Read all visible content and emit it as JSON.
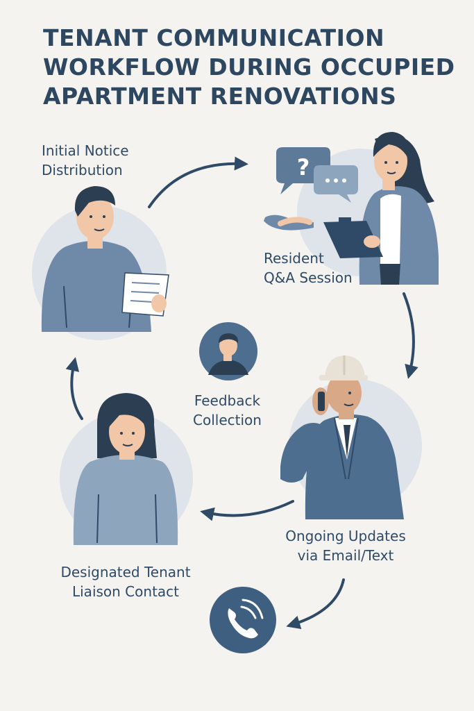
{
  "title": {
    "line1": "TENANT COMMUNICATION",
    "line2": "WORKFLOW DURING OCCUPIED",
    "line3": "APARTMENT RENOVATIONS"
  },
  "steps": {
    "initial_notice": {
      "line1": "Initial Notice",
      "line2": "Distribution"
    },
    "qa_session": {
      "line1": "Resident",
      "line2": "Q&A Session"
    },
    "feedback": {
      "line1": "Feedback",
      "line2": "Collection"
    },
    "ongoing_updates": {
      "line1": "Ongoing Updates",
      "line2": "via Email/Text"
    },
    "liaison": {
      "line1": "Designated Tenant",
      "line2": "Liaison Contact"
    }
  },
  "icons": {
    "question": "?",
    "chat_dots": "..."
  },
  "colors": {
    "background": "#f5f3ef",
    "navy": "#2f4a66",
    "circle": "#dfe3ea",
    "shirt": "#6f89a8",
    "skin": "#f2c7a7"
  }
}
